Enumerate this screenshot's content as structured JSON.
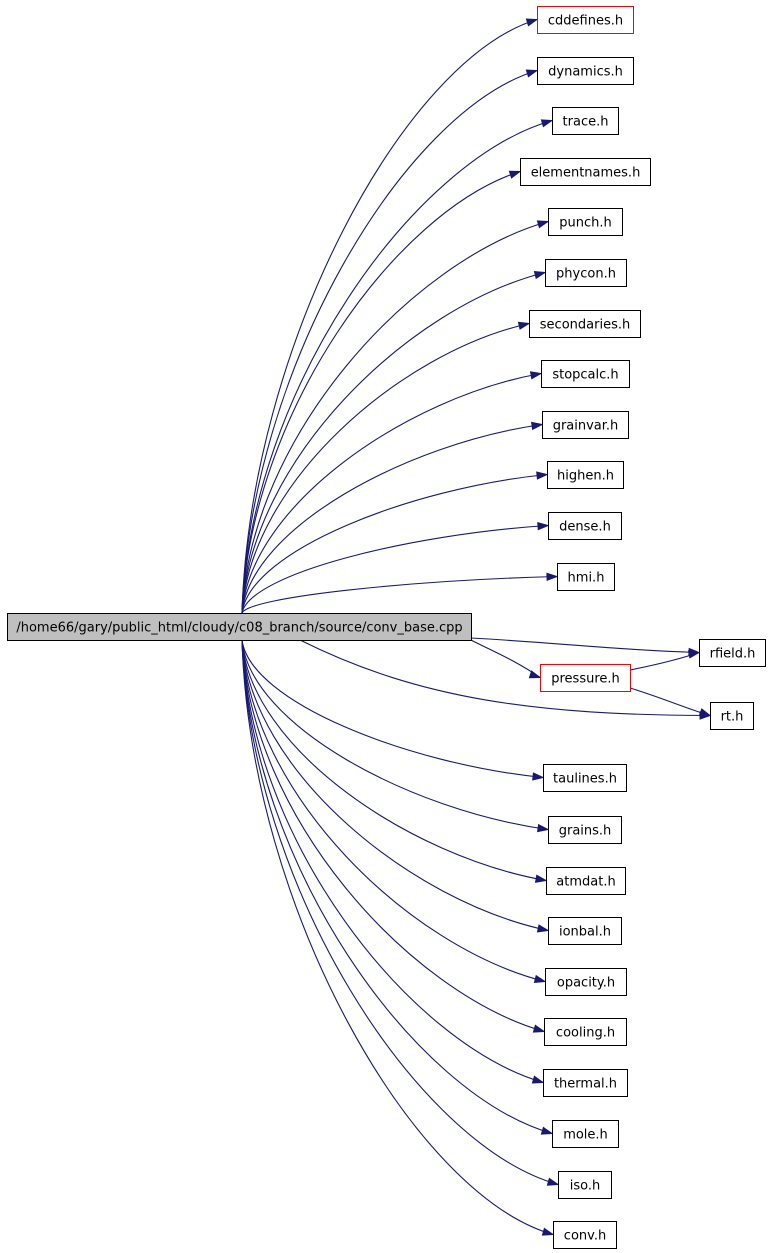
{
  "diagram": {
    "root": {
      "id": "root",
      "label": "/home66/gary/public_html/cloudy/c08_branch/source/conv_base.cpp"
    },
    "nodes": [
      {
        "id": "cddefines",
        "label": "cddefines.h",
        "highlight": "red"
      },
      {
        "id": "dynamics",
        "label": "dynamics.h"
      },
      {
        "id": "trace",
        "label": "trace.h"
      },
      {
        "id": "elementnames",
        "label": "elementnames.h"
      },
      {
        "id": "punch",
        "label": "punch.h"
      },
      {
        "id": "phycon",
        "label": "phycon.h"
      },
      {
        "id": "secondaries",
        "label": "secondaries.h"
      },
      {
        "id": "stopcalc",
        "label": "stopcalc.h"
      },
      {
        "id": "grainvar",
        "label": "grainvar.h"
      },
      {
        "id": "highen",
        "label": "highen.h"
      },
      {
        "id": "dense",
        "label": "dense.h"
      },
      {
        "id": "hmi",
        "label": "hmi.h"
      },
      {
        "id": "rfield",
        "label": "rfield.h"
      },
      {
        "id": "pressure",
        "label": "pressure.h",
        "highlight": "red"
      },
      {
        "id": "rt",
        "label": "rt.h"
      },
      {
        "id": "taulines",
        "label": "taulines.h"
      },
      {
        "id": "grains",
        "label": "grains.h"
      },
      {
        "id": "atmdat",
        "label": "atmdat.h"
      },
      {
        "id": "ionbal",
        "label": "ionbal.h"
      },
      {
        "id": "opacity",
        "label": "opacity.h"
      },
      {
        "id": "cooling",
        "label": "cooling.h"
      },
      {
        "id": "thermal",
        "label": "thermal.h"
      },
      {
        "id": "mole",
        "label": "mole.h"
      },
      {
        "id": "iso",
        "label": "iso.h"
      },
      {
        "id": "conv",
        "label": "conv.h"
      }
    ],
    "edges": [
      [
        "root",
        "cddefines"
      ],
      [
        "root",
        "dynamics"
      ],
      [
        "root",
        "trace"
      ],
      [
        "root",
        "elementnames"
      ],
      [
        "root",
        "punch"
      ],
      [
        "root",
        "phycon"
      ],
      [
        "root",
        "secondaries"
      ],
      [
        "root",
        "stopcalc"
      ],
      [
        "root",
        "grainvar"
      ],
      [
        "root",
        "highen"
      ],
      [
        "root",
        "dense"
      ],
      [
        "root",
        "hmi"
      ],
      [
        "root",
        "rfield"
      ],
      [
        "root",
        "pressure"
      ],
      [
        "root",
        "rt"
      ],
      [
        "pressure",
        "rfield"
      ],
      [
        "pressure",
        "rt"
      ],
      [
        "root",
        "taulines"
      ],
      [
        "root",
        "grains"
      ],
      [
        "root",
        "atmdat"
      ],
      [
        "root",
        "ionbal"
      ],
      [
        "root",
        "opacity"
      ],
      [
        "root",
        "cooling"
      ],
      [
        "root",
        "thermal"
      ],
      [
        "root",
        "mole"
      ],
      [
        "root",
        "iso"
      ],
      [
        "root",
        "conv"
      ]
    ],
    "colors": {
      "edge": "#191970",
      "root_fill": "#bfbfbf",
      "highlight_border": "#ff0000"
    }
  }
}
